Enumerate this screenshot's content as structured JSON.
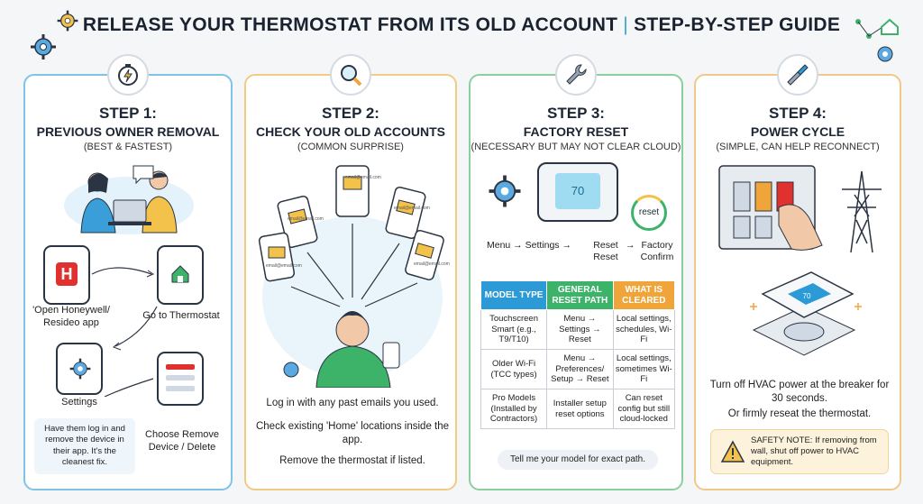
{
  "header": {
    "title_left": "RELEASE YOUR THERMOSTAT FROM ITS OLD ACCOUNT",
    "separator": "|",
    "title_right": "STEP-BY-STEP GUIDE"
  },
  "steps": [
    {
      "number": "STEP 1:",
      "title": "PREVIOUS OWNER REMOVAL",
      "subtitle": "(BEST & FASTEST)",
      "flow": {
        "open_app": "'Open Honeywell/ Resideo app",
        "go_to": "Go to Thermostat",
        "settings": "Settings",
        "choose": "Choose Remove Device / Delete"
      },
      "app_letter": "H",
      "note": "Have them log in and remove the device in their app. It's the cleanest fix."
    },
    {
      "number": "STEP 2:",
      "title": "CHECK YOUR OLD ACCOUNTS",
      "subtitle": "(COMMON SURPRISE)",
      "emails": [
        "email@email.com",
        "email@email.com",
        "email@email.com",
        "email@email.com",
        "email@email.com"
      ],
      "lines": [
        "Log in with any past emails you used.",
        "Check existing 'Home' locations inside the app.",
        "Remove the thermostat if listed."
      ]
    },
    {
      "number": "STEP 3:",
      "title": "FACTORY RESET",
      "subtitle": "(NECESSARY BUT MAY NOT CLEAR CLOUD)",
      "screen_value": "70",
      "reset_label": "reset",
      "path": {
        "menu": "Menu",
        "settings": "Settings",
        "reset": "Reset Reset",
        "factory": "Factory Confirm"
      },
      "table": {
        "headers": [
          "MODEL TYPE",
          "GENERAL RESET PATH",
          "WHAT IS CLEARED"
        ],
        "rows": [
          [
            "Touchscreen Smart (e.g., T9/T10)",
            "Menu → Settings → Reset",
            "Local settings, schedules, Wi-Fi"
          ],
          [
            "Older Wi-Fi (TCC types)",
            "Menu → Preferences/ Setup → Reset",
            "Local settings, sometimes Wi-Fi"
          ],
          [
            "Pro Models (Installed by Contractors)",
            "Installer setup reset options",
            "Can reset config but still cloud-locked"
          ]
        ]
      },
      "tip": "Tell me your model for exact path."
    },
    {
      "number": "STEP 4:",
      "title": "POWER CYCLE",
      "subtitle": "(SIMPLE, CAN HELP RECONNECT)",
      "screen_value": "70",
      "lines": [
        "Turn off HVAC power at the breaker for 30 seconds.",
        "Or firmly reseat the thermostat."
      ],
      "safety": "SAFETY NOTE: If removing from wall, shut off power to HVAC equipment."
    }
  ],
  "colors": {
    "step1": "#7fc3e6",
    "step2": "#f1cb82",
    "step3": "#8ccf9f",
    "step4": "#f0c98a",
    "th_model": "#2b9ad6",
    "th_path": "#3db36a",
    "th_cleared": "#f0a53a",
    "app_red": "#e0312f"
  }
}
